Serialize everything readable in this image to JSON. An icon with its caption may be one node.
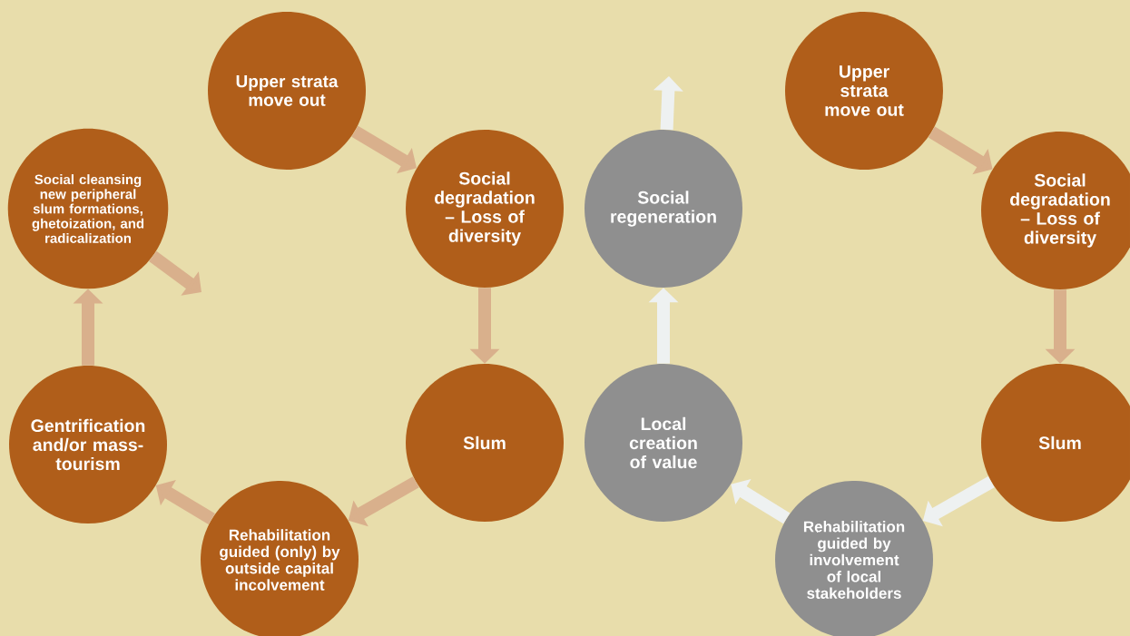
{
  "diagram": {
    "nodes": [
      {
        "text": [
          "Upper strata move out"
        ]
      },
      {
        "text": [
          "Social cleansing new peripheral slum formations, ghetoization, and radicalization"
        ]
      },
      {
        "text": [
          "Social degradation – Loss of diversity"
        ]
      },
      {
        "text": [
          "Social regeneration"
        ]
      },
      {
        "text": [
          "Upper strata move out"
        ]
      },
      {
        "text": [
          "Social degradation – Loss of diversity"
        ]
      },
      {
        "text": [
          "Gentrification and/or mass-tourism"
        ]
      },
      {
        "text": [
          "Slum"
        ]
      },
      {
        "text": [
          "Local creation of value"
        ]
      },
      {
        "text": [
          "Slum"
        ]
      },
      {
        "text": [
          "Rehabilitation guided (only) by outside capital incolvement"
        ]
      },
      {
        "text": [
          "Rehabilitation guided by involvement of local stakeholders"
        ]
      }
    ],
    "edges": [
      {
        "from": 0,
        "to": 2,
        "arrow": "to"
      },
      {
        "from": 2,
        "to": 7,
        "arrow": "to"
      },
      {
        "from": 7,
        "to": 10,
        "arrow": "to"
      },
      {
        "from": 10,
        "to": 6,
        "arrow": "to"
      },
      {
        "from": 6,
        "to": 1,
        "arrow": "to"
      },
      {
        "from": 1,
        "to": null,
        "arrow": "to"
      },
      {
        "from": 4,
        "to": 5,
        "arrow": "to"
      },
      {
        "from": 5,
        "to": 9,
        "arrow": "to"
      },
      {
        "from": 9,
        "to": 11,
        "arrow": "to",
        "color": "#eef1f1"
      },
      {
        "from": 11,
        "to": 8,
        "arrow": "to",
        "color": "#eef1f1"
      },
      {
        "from": 8,
        "to": 3,
        "arrow": "to",
        "color": "#eef1f1"
      },
      {
        "from": 3,
        "to": null,
        "arrow": "to",
        "color": "#eef1f1"
      }
    ]
  }
}
